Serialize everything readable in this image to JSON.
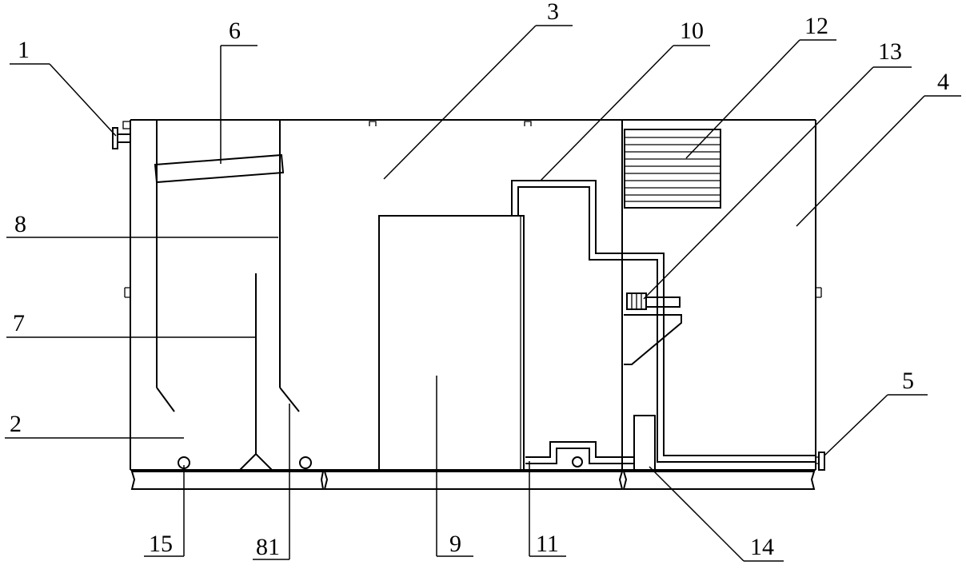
{
  "diagram": {
    "labels": {
      "l1": "1",
      "l2": "2",
      "l3": "3",
      "l4": "4",
      "l5": "5",
      "l6": "6",
      "l7": "7",
      "l8": "8",
      "l9": "9",
      "l10": "10",
      "l11": "11",
      "l12": "12",
      "l13": "13",
      "l14": "14",
      "l15": "15",
      "l81": "81"
    }
  }
}
